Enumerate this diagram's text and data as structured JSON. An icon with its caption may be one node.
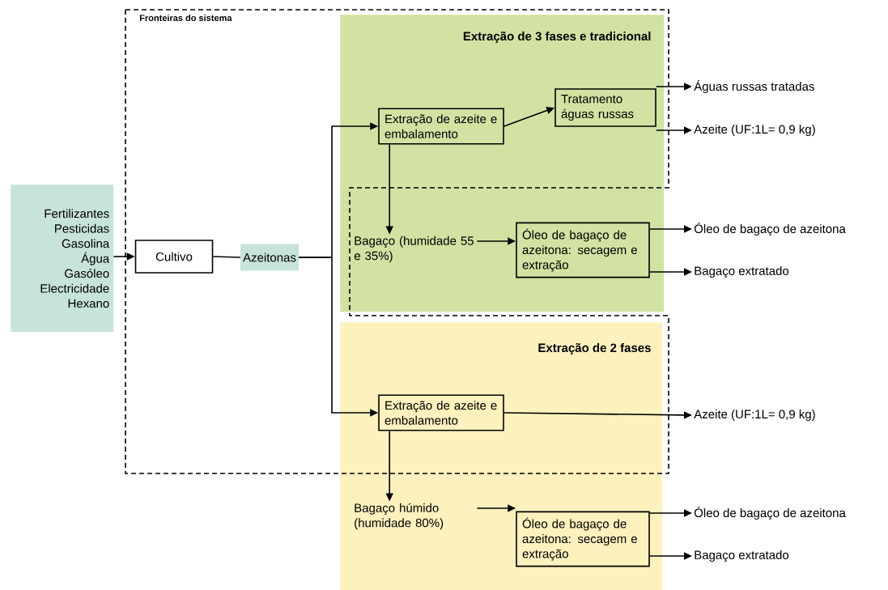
{
  "diagram": {
    "nodes": [
      {
        "text": [
          "Fertilizantes",
          "Pesticidas",
          "Gasolina",
          "Água",
          "Gasóleo",
          "Electricidade",
          "Hexano"
        ]
      },
      {
        "text": [
          "Cultivo"
        ]
      },
      {
        "text": [
          "Azeitonas"
        ]
      },
      {
        "text": [
          "Extração de 3 fases e tradicional"
        ]
      },
      {
        "text": [
          "Extração de azeite e embalamento"
        ],
        "in": 3
      },
      {
        "text": [
          "Tratamento águas russas"
        ],
        "in": 3
      },
      {
        "text": [
          "Bagaço (humidade 55 e 35%)"
        ],
        "in": 3
      },
      {
        "text": [
          "Óleo de bagaço de azeitona: secagem e extração"
        ],
        "in": 3
      },
      {
        "text": [
          "Águas russas tratadas"
        ]
      },
      {
        "text": [
          "Azeite (UF:1L= 0,9 kg)"
        ]
      },
      {
        "text": [
          "Óleo de bagaço de azeitona"
        ]
      },
      {
        "text": [
          "Bagaço extratado"
        ]
      },
      {
        "text": [
          "Extração de 2 fases"
        ]
      },
      {
        "text": [
          "Extração de azeite e embalamento"
        ],
        "in": 12
      },
      {
        "text": [
          "Bagaço húmido (humidade 80%)"
        ],
        "in": 12
      },
      {
        "text": [
          "Óleo de bagaço de azeitona: secagem e extração"
        ],
        "in": 12
      },
      {
        "text": [
          "Azeite (UF:1L= 0,9 kg)"
        ]
      },
      {
        "text": [
          "Óleo de bagaço de azeitona"
        ]
      },
      {
        "text": [
          "Bagaço extratado"
        ]
      }
    ],
    "edges": [
      {
        "from": 0,
        "to": 1,
        "arrow": "to"
      },
      {
        "from": 1,
        "to": 2,
        "arrow": "none"
      },
      {
        "from": 2,
        "to": 4,
        "arrow": "to"
      },
      {
        "from": 2,
        "to": 13,
        "arrow": "to"
      },
      {
        "from": 4,
        "to": 5,
        "arrow": "to"
      },
      {
        "from": 4,
        "to": 6,
        "arrow": "to"
      },
      {
        "from": 6,
        "to": 7,
        "arrow": "to"
      },
      {
        "from": 5,
        "to": 8,
        "arrow": "to"
      },
      {
        "from": 5,
        "to": 9,
        "arrow": "to"
      },
      {
        "from": 7,
        "to": 10,
        "arrow": "to"
      },
      {
        "from": 7,
        "to": 11,
        "arrow": "to"
      },
      {
        "from": 13,
        "to": 16,
        "arrow": "to"
      },
      {
        "from": 13,
        "to": 14,
        "arrow": "to"
      },
      {
        "from": 14,
        "to": 15,
        "arrow": "to"
      },
      {
        "from": 15,
        "to": 17,
        "arrow": "to"
      },
      {
        "from": 15,
        "to": 18,
        "arrow": "to"
      }
    ],
    "labels": [
      "Fronteiras do sistema"
    ]
  }
}
